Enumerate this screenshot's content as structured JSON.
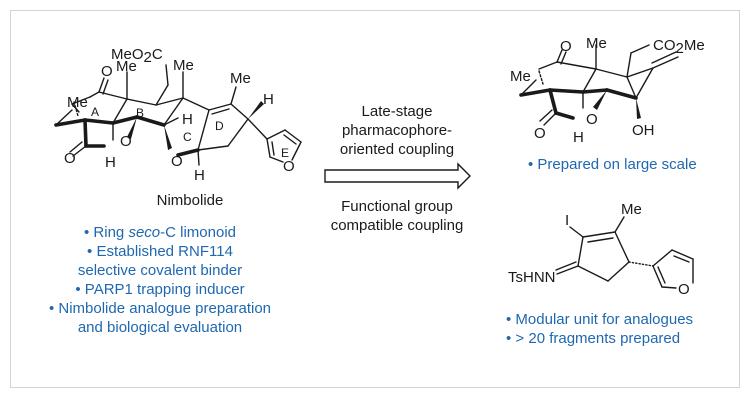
{
  "figure": {
    "nimbolide": {
      "name": "Nimbolide",
      "atom_labels": {
        "meo2c": "MeO2C",
        "me_top1": "Me",
        "me_top2": "Me",
        "me_d": "Me",
        "me_left": "Me",
        "o_ketone": "O",
        "o_lactone": "O",
        "o_ring_b": "O",
        "o_ring_c": "O",
        "o_furan": "O",
        "h_lactone": "H",
        "h_c": "H",
        "h_bottom": "H",
        "h_d": "H"
      },
      "ring_labels": [
        "A",
        "B",
        "C",
        "D",
        "E"
      ],
      "bullets": [
        {
          "text_parts": [
            "Ring ",
            "seco",
            "-C limonoid"
          ]
        },
        {
          "lines": [
            "Established RNF114",
            "selective covalent binder"
          ]
        },
        {
          "lines": [
            "PARP1 trapping inducer"
          ]
        },
        {
          "lines": [
            "Nimbolide analogue preparation",
            "and biological evaluation"
          ]
        }
      ]
    },
    "arrow": {
      "icon": "hollow-right-arrow-icon",
      "above": [
        "Late-stage",
        "pharmacophore-",
        "oriented coupling"
      ],
      "below": [
        "Functional group",
        "compatible coupling"
      ]
    },
    "fragment_top": {
      "atom_labels": {
        "co2me": "CO2Me",
        "me_top": "Me",
        "me_left": "Me",
        "o_ketone": "O",
        "o_lactone": "O",
        "o_ring": "O",
        "h": "H",
        "oh": "OH"
      },
      "bullets": [
        "Prepared on large scale"
      ]
    },
    "fragment_bottom": {
      "atom_labels": {
        "iodo": "I",
        "me": "Me",
        "tshnn": "TsHNN",
        "o_furan": "O"
      },
      "bullets": [
        "Modular unit for analogues",
        "> 20 fragments prepared"
      ]
    },
    "colors": {
      "accent_text": "#1f68b0",
      "structure": "#1a1a1a",
      "frame_border": "#d4d4d4"
    }
  }
}
